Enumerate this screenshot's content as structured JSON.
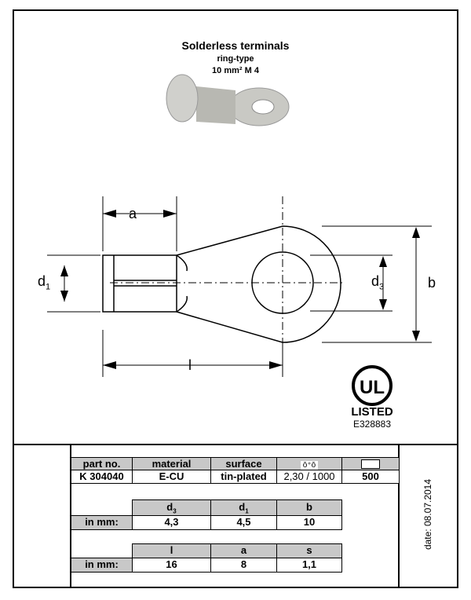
{
  "header": {
    "title": "Solderless terminals",
    "subtitle": "ring-type",
    "size": "10 mm² M 4"
  },
  "drawing": {
    "label_a": "a",
    "label_d1": "d",
    "label_d1_sub": "1",
    "label_d3": "d",
    "label_d3_sub": "3",
    "label_b": "b",
    "label_l": "l"
  },
  "cert": {
    "listed": "LISTED",
    "number": "E328883",
    "logo": "UL"
  },
  "table1": {
    "headers": [
      "part no.",
      "material",
      "surface",
      "",
      ""
    ],
    "header_icons": [
      "crimp-tool-icon",
      "package-box-icon"
    ],
    "values": [
      "K 304040",
      "E-CU",
      "tin-plated",
      "2,30 / 1000",
      "500"
    ]
  },
  "table2": {
    "row_label": "in mm:",
    "headers": [
      {
        "main": "d",
        "sub": "3"
      },
      {
        "main": "d",
        "sub": "1"
      },
      {
        "main": "b",
        "sub": ""
      }
    ],
    "values": [
      "4,3",
      "4,5",
      "10"
    ]
  },
  "table3": {
    "row_label": "in mm:",
    "headers": [
      "l",
      "a",
      "s"
    ],
    "values": [
      "16",
      "8",
      "1,1"
    ]
  },
  "date": "date: 08.07.2014"
}
